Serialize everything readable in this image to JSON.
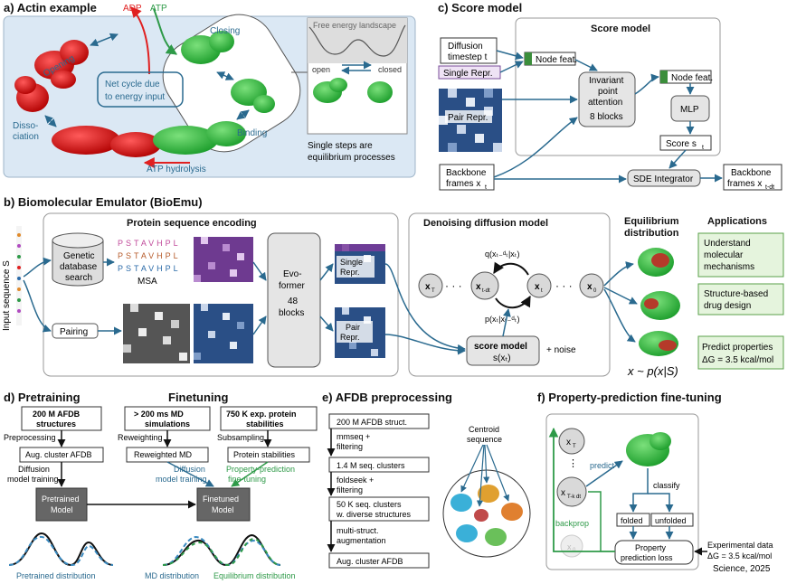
{
  "panel_a": {
    "title": "a) Actin example",
    "adp": "ADP",
    "atp": "ATP",
    "opening": "Opening",
    "closing": "Closing",
    "net_cycle_1": "Net cycle due",
    "net_cycle_2": "to energy input",
    "dissociation_1": "Disso-",
    "dissociation_2": "ciation",
    "binding": "Binding",
    "atp_hydrolysis": "ATP hydrolysis",
    "fel_title": "Free energy landscape",
    "open": "open",
    "closed": "closed",
    "single_steps_1": "Single steps are",
    "single_steps_2": "equilibrium processes"
  },
  "panel_c": {
    "title": "c) Score model",
    "box_title": "Score model",
    "diffusion_1": "Diffusion",
    "diffusion_2": "timestep t",
    "single_repr": "Single Repr.",
    "pair_repr": "Pair Repr.",
    "node_feat": "Node feat.",
    "ipa_1": "Invariant",
    "ipa_2": "point",
    "ipa_3": "attention",
    "ipa_4": "8 blocks",
    "mlp": "MLP",
    "score": "Score s",
    "score_sub": "t",
    "backbone_1": "Backbone",
    "backbone_2": "frames x",
    "backbone_sub": "t",
    "sde": "SDE Integrator",
    "out_1": "Backbone",
    "out_2": "frames x",
    "out_sub": "t-dt"
  },
  "panel_b": {
    "title": "b) Biomolecular Emulator (BioEmu)",
    "input_seq": "Input sequence S",
    "pse_title": "Protein sequence encoding",
    "genetic_1": "Genetic",
    "genetic_2": "database",
    "genetic_3": "search",
    "msa": "MSA",
    "msa_letters": "PSTAVHPL",
    "pairing": "Pairing",
    "evo_1": "Evo-",
    "evo_2": "former",
    "evo_3": "48",
    "evo_4": "blocks",
    "single_1": "Single",
    "single_2": "Repr.",
    "pair_1": "Pair",
    "pair_2": "Repr.",
    "ddm_title": "Denoising diffusion model",
    "xT": "x",
    "xT_sub": "T",
    "xtdt": "x",
    "xtdt_sub": "t-dt",
    "xt": "x",
    "xt_sub": "t",
    "x0": "x",
    "x0_sub": "0",
    "q_label": "q(xₜ₋ᵈₜ|xₜ)",
    "p_label": "p(xₜ|xₜ₋ᵈₜ)",
    "score_model": "score model",
    "score_fn": "s(xₜ)",
    "noise": "+ noise",
    "eq_1": "Equilibrium",
    "eq_2": "distribution",
    "formula": "x ~ p(x|S)",
    "apps_title": "Applications",
    "app1_1": "Understand",
    "app1_2": "molecular",
    "app1_3": "mechanisms",
    "app2_1": "Structure-based",
    "app2_2": "drug design",
    "app3_1": "Predict properties",
    "app3_2": "ΔG = 3.5 kcal/mol"
  },
  "panel_d": {
    "title": "d) Pretraining",
    "finetuning": "Finetuning",
    "afdb_1": "200 M AFDB",
    "afdb_2": "structures",
    "preprocessing": "Preprocessing",
    "aug_cluster": "Aug. cluster AFDB",
    "diffusion_training_1": "Diffusion",
    "diffusion_training_2": "model training",
    "pretrained_1": "Pretrained",
    "pretrained_2": "Model",
    "pretrained_dist": "Pretrained distribution",
    "md_1": "> 200 ms MD",
    "md_2": "simulations",
    "reweighting": "Reweighting",
    "reweighted": "Reweighted MD",
    "stab_1": "750 K exp. protein",
    "stab_2": "stabilities",
    "subsampling": "Subsampling",
    "protein_stab": "Protein stabilities",
    "ft_diff_1": "Diffusion",
    "ft_diff_2": "model training",
    "ft_prop_1": "Property-prediction",
    "ft_prop_2": "fine-tuning",
    "finetuned_1": "Finetuned",
    "finetuned_2": "Model",
    "md_dist": "MD distribution",
    "eq_dist": "Equilibrium distribution"
  },
  "panel_e": {
    "title": "e) AFDB preprocessing",
    "s1": "200 M AFDB struct.",
    "mmseq_1": "mmseq +",
    "mmseq_2": "filtering",
    "s2": "1.4 M seq. clusters",
    "foldseek_1": "foldseek +",
    "foldseek_2": "filtering",
    "s3_1": "50 K seq. clusters",
    "s3_2": "w. diverse structures",
    "multi_1": "multi-struct.",
    "multi_2": "augmentation",
    "s4": "Aug. cluster AFDB",
    "centroid_1": "Centroid",
    "centroid_2": "sequence"
  },
  "panel_f": {
    "title": "f) Property-prediction fine-tuning",
    "xT": "x",
    "xT_sub": "T",
    "xtk": "x",
    "xtk_sub": "T-k dt",
    "x0": "x",
    "x0_sub": "0",
    "predict": "predict",
    "classify": "classify",
    "folded": "folded",
    "unfolded": "unfolded",
    "backprop": "backprop",
    "loss_1": "Property",
    "loss_2": "prediction loss",
    "exp_1": "Experimental data",
    "exp_2": "ΔG = 3.5 kcal/mol",
    "citation": "Science, 2025"
  },
  "colors": {
    "panel_a_bg": "#dbe8f4",
    "teal": "#2a6a8f",
    "green": "#2e9a48",
    "red": "#e02020",
    "app_green": "#e5f4dd"
  }
}
